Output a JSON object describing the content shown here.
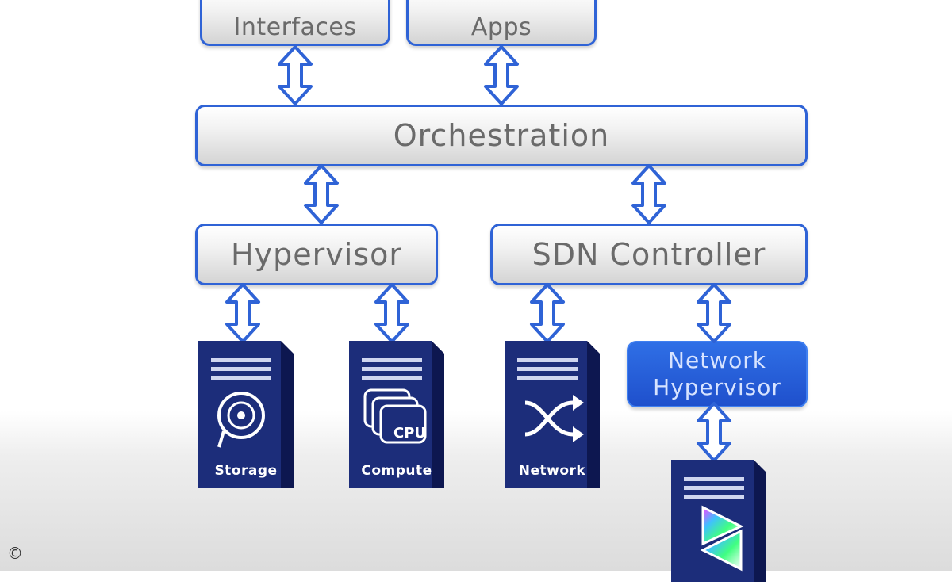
{
  "diagram": {
    "top_boxes": [
      {
        "label": "Interfaces"
      },
      {
        "label": "Apps"
      }
    ],
    "orchestration": {
      "label": "Orchestration"
    },
    "hypervisor": {
      "label": "Hypervisor"
    },
    "sdn_controller": {
      "label": "SDN Controller"
    },
    "network_hypervisor": {
      "line1": "Network",
      "line2": "Hypervisor"
    },
    "servers": [
      {
        "label": "Storage",
        "icon": "storage-disk-icon"
      },
      {
        "label": "Compute",
        "icon": "cpu-icon"
      },
      {
        "label": "Network",
        "icon": "network-switch-icon"
      },
      {
        "label": "",
        "icon": "triangle-logo-icon"
      }
    ],
    "chip_label": "CPU",
    "copyright": "©"
  },
  "colors": {
    "border_blue": "#2f63d6",
    "server_navy": "#1c2d7a",
    "network_hypervisor_blue": "#1f50cc",
    "box_text_gray": "#6a6a6a"
  }
}
